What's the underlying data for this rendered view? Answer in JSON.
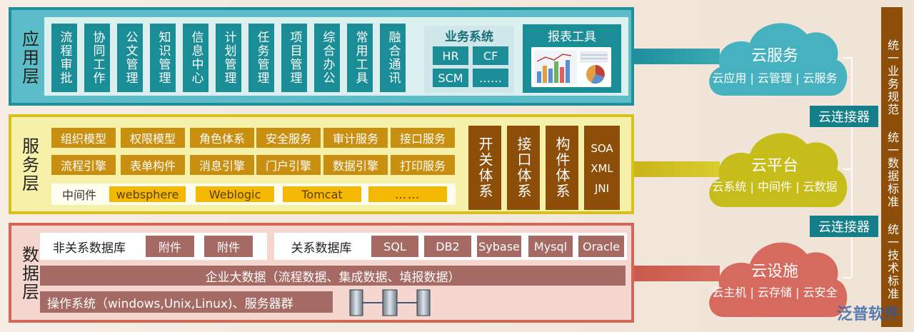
{
  "app_layer": {
    "label": "应用层",
    "items": [
      "流程审批",
      "协同工作",
      "公文管理",
      "知识管理",
      "信息中心",
      "计划管理",
      "任务管理",
      "项目管理",
      "综合办公",
      "常用工具",
      "融合通讯"
    ],
    "biz_system": {
      "title": "业务系统",
      "items": [
        "HR",
        "CF",
        "SCM",
        "……"
      ]
    },
    "report_tool": "报表工具"
  },
  "service_layer": {
    "label": "服务层",
    "row1": [
      "组织模型",
      "权限模型",
      "角色体系",
      "安全服务",
      "审计服务",
      "接口服务"
    ],
    "row2": [
      "流程引擎",
      "表单构件",
      "消息引擎",
      "门户引擎",
      "数据引擎",
      "打印服务"
    ],
    "middleware_label": "中间件",
    "middleware": [
      "websphere",
      "Weblogic",
      "Tomcat",
      "……"
    ],
    "systems": [
      "开关体系",
      "接口体系",
      "构件体系"
    ],
    "protocols": [
      "SOA",
      "XML",
      "JNI"
    ]
  },
  "data_layer": {
    "label": "数据层",
    "nosql_label": "非关系数据库",
    "nosql_items": [
      "附件",
      "附件"
    ],
    "sql_label": "关系数据库",
    "sql_items": [
      "SQL",
      "DB2",
      "Sybase",
      "Mysql",
      "Oracle"
    ],
    "bigdata": "企业大数据（流程数据、集成数据、填报数据）",
    "os": "操作系统（windows,Unix,Linux)、服务器群"
  },
  "cloud": {
    "service": {
      "title": "云服务",
      "sub": "云应用 | 云管理 | 云服务"
    },
    "platform": {
      "title": "云平台",
      "sub": "云系统 | 中间件 | 云数据"
    },
    "infra": {
      "title": "云设施",
      "sub": "云主机 | 云存储 | 云安全"
    },
    "connector": "云连接器"
  },
  "right_bar": "统一业务规范 统一数据标准 统一技术标准",
  "watermark": "泛普软件",
  "colors": {
    "app": "#5cbdc8",
    "service": "#f7f0a9",
    "data": "#f6d7cf",
    "cloud_service": "#4ab6c2",
    "cloud_platform": "#c9c21f",
    "cloud_infra": "#d86e62"
  }
}
